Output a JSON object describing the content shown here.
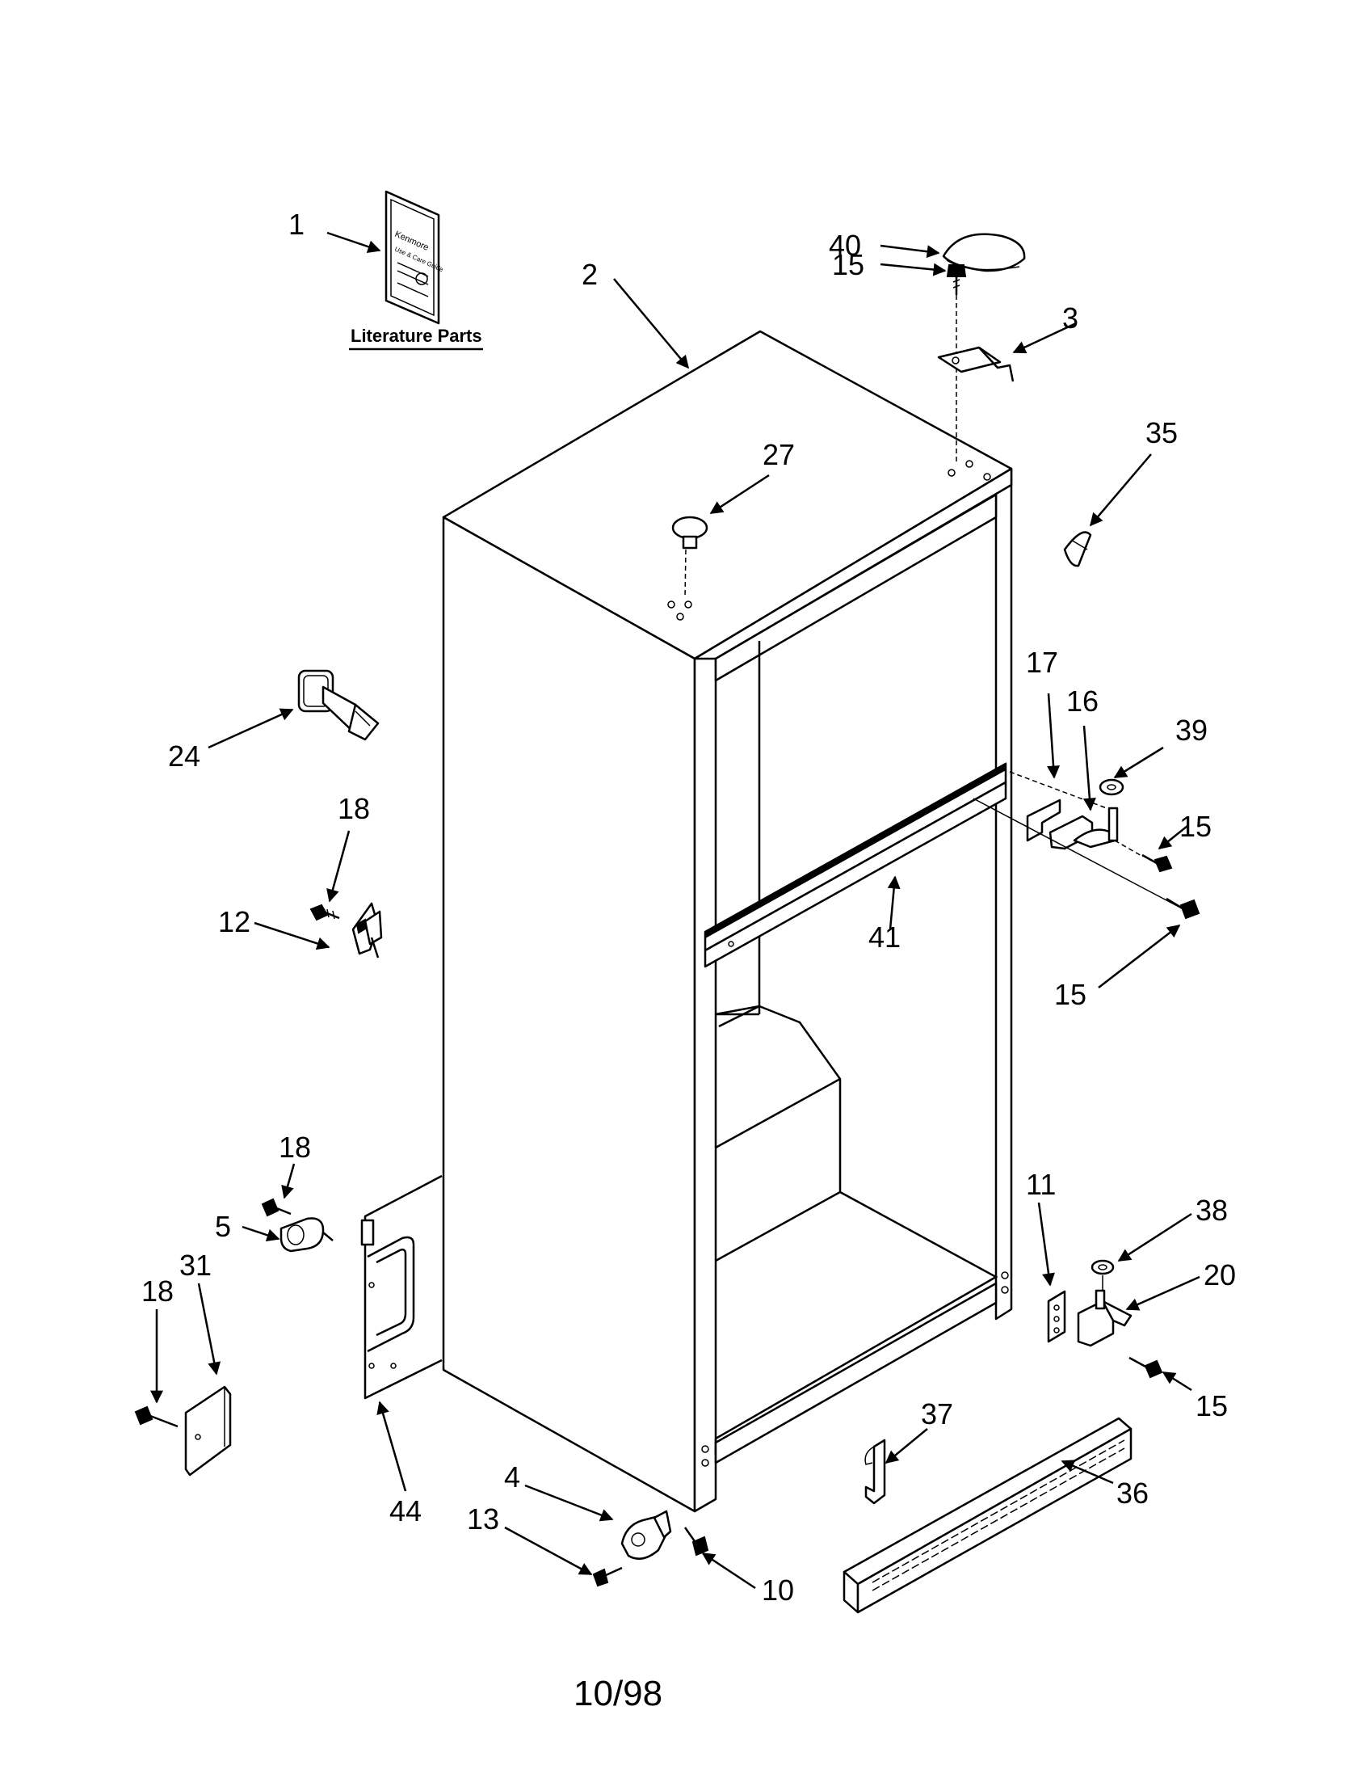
{
  "literature": {
    "title": "Literature Parts",
    "booklet_lines": [
      "Kenmore",
      "Use & Care Guide"
    ]
  },
  "callouts": {
    "c1": "1",
    "c2": "2",
    "c3": "3",
    "c40": "40",
    "c15a": "15",
    "c27": "27",
    "c35": "35",
    "c24": "24",
    "c18a": "18",
    "c12": "12",
    "c17": "17",
    "c16": "16",
    "c39": "39",
    "c15b": "15",
    "c41": "41",
    "c15c": "15",
    "c18b": "18",
    "c5": "5",
    "c18c": "18",
    "c31": "31",
    "c11": "11",
    "c38": "38",
    "c20": "20",
    "c15d": "15",
    "c37": "37",
    "c36": "36",
    "c44": "44",
    "c4": "4",
    "c13": "13",
    "c10": "10"
  },
  "footer": {
    "date": "10/98"
  }
}
